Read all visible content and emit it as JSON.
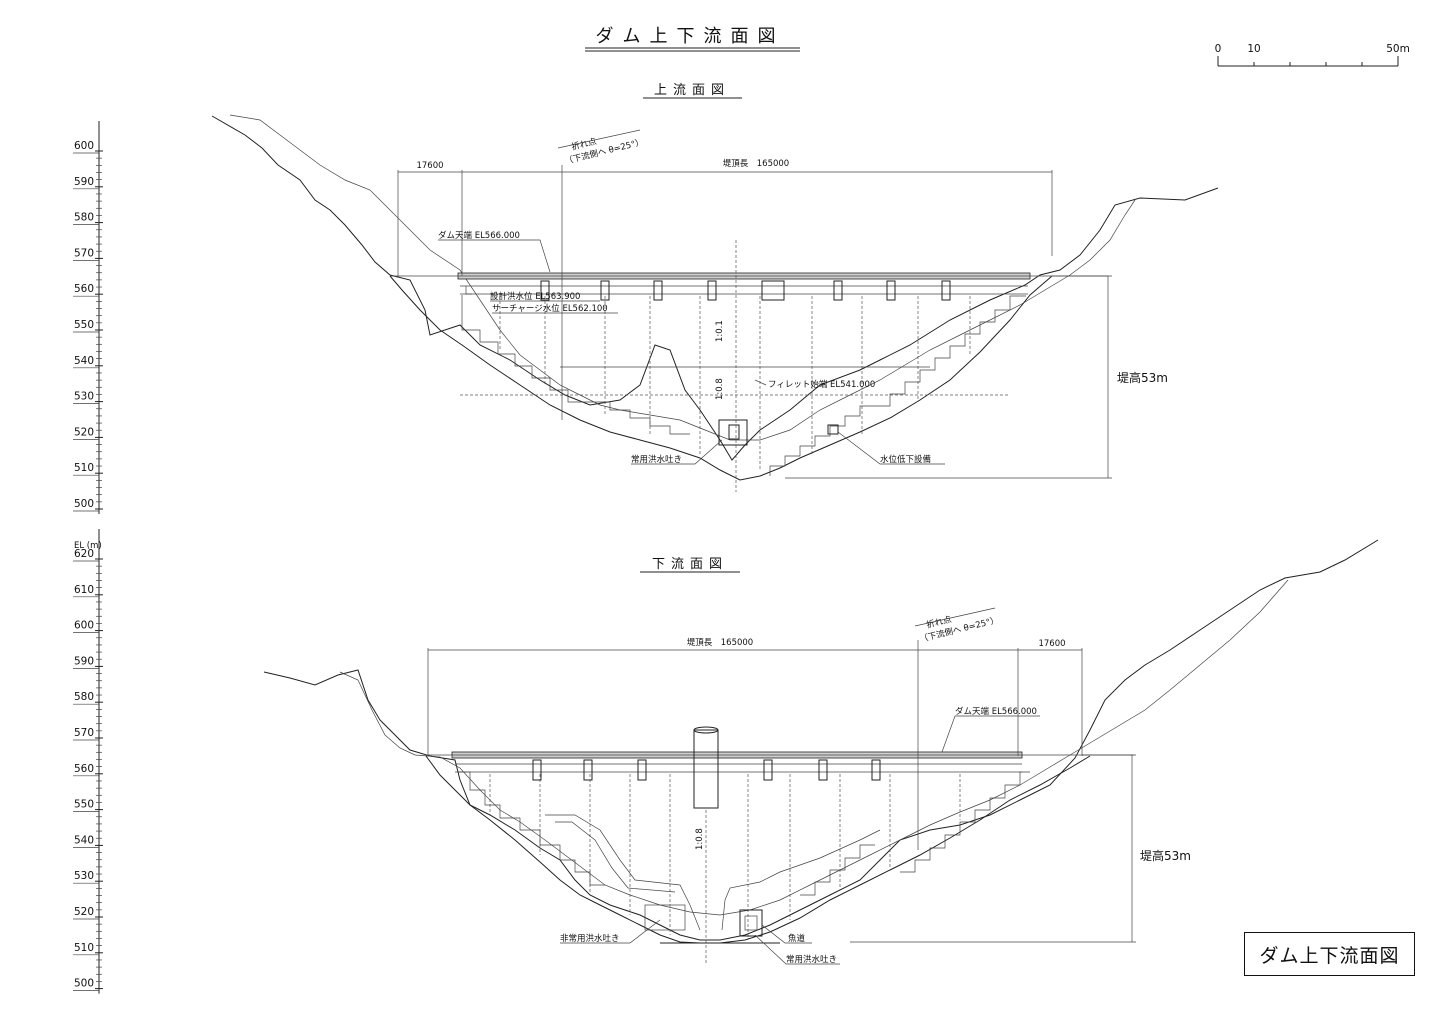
{
  "drawing": {
    "main_title": "ダム上下流面図",
    "upstream_title": "上流面図",
    "downstream_title": "下流面図",
    "box_title": "ダム上下流面図"
  },
  "scale_bar": {
    "labels": [
      "0",
      "10",
      "50m"
    ]
  },
  "elevation_axis": {
    "unit_label": "EL (m)",
    "upper_ticks": [
      "600",
      "590",
      "580",
      "570",
      "560",
      "550",
      "540",
      "530",
      "520",
      "510",
      "500"
    ],
    "lower_ticks": [
      "620",
      "610",
      "600",
      "590",
      "580",
      "570",
      "560",
      "550",
      "540",
      "530",
      "520",
      "510",
      "500"
    ]
  },
  "upstream": {
    "dim_left": "17600",
    "crest_length": "堤頂長　165000",
    "bend_point": "折れ点",
    "bend_note": "（下流側へ θ=25°）",
    "crest_el": "ダム天端  EL566.000",
    "design_flood": "設計洪水位  EL563.900",
    "surcharge": "サーチャージ水位  EL562.100",
    "slope_upper": "1:0.1",
    "slope_lower": "1:0.8",
    "fillet": "フィレット始端  EL541.000",
    "outlet": "常用洪水吐き",
    "drawdown": "水位低下設備",
    "dam_height": "堤高53m"
  },
  "downstream": {
    "crest_length": "堤頂長　165000",
    "bend_point": "折れ点",
    "bend_note": "（下流側へ θ=25°）",
    "dim_right": "17600",
    "crest_el": "ダム天端  EL566.000",
    "slope": "1:0.8",
    "emergency_spillway": "非常用洪水吐き",
    "fishway": "魚道",
    "outlet": "常用洪水吐き",
    "dam_height": "堤高53m"
  }
}
